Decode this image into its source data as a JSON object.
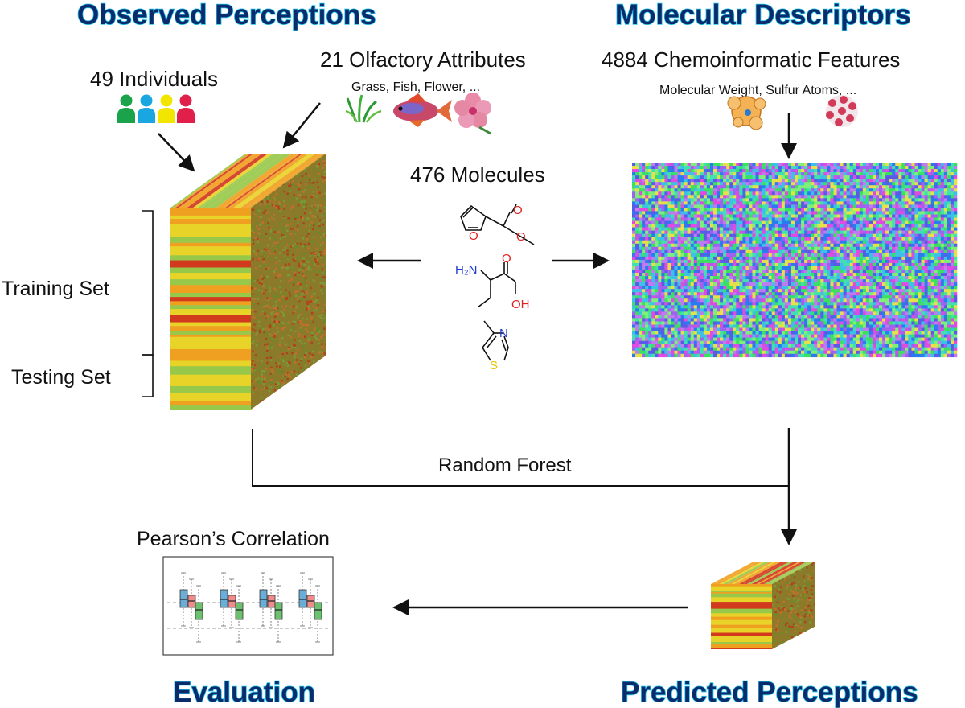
{
  "titles": {
    "observed": "Observed Perceptions",
    "molecular": "Molecular Descriptors",
    "evaluation": "Evaluation",
    "predicted": "Predicted Perceptions"
  },
  "individuals": {
    "label": "49 Individuals",
    "person_colors": [
      "#1aa34a",
      "#1aa6e0",
      "#f2e600",
      "#e0204a"
    ]
  },
  "attributes": {
    "label": "21 Olfactory Attributes",
    "examples": "Grass, Fish, Flower, ..."
  },
  "features": {
    "label": "4884 Chemoinformatic Features",
    "examples": "Molecular Weight, Sulfur Atoms, ..."
  },
  "molecules": {
    "label": "476 Molecules",
    "atom_labels": {
      "o_ring": "O",
      "o_carbonyl": "O",
      "o_ester": "O",
      "amine": "H₂N",
      "o_acid": "O",
      "hydroxyl": "OH",
      "n_ring": "N",
      "s_ring": "S"
    }
  },
  "sets": {
    "training": "Training Set",
    "testing": "Testing Set"
  },
  "model": {
    "label": "Random Forest"
  },
  "metric": {
    "label": "Pearson’s Correlation"
  },
  "colors": {
    "title_fill": "#0b2b6a",
    "title_glow": "#28c8f0",
    "cube_red": "#d23a1e",
    "cube_orange": "#f0a020",
    "cube_yellow": "#e8d428",
    "cube_green": "#98c84a",
    "box_blue": "#6aaed8",
    "box_red": "#f08c8c",
    "box_green": "#6cc070",
    "atom_o": "#e02020",
    "atom_n": "#1a3ad0",
    "atom_s": "#e6c600"
  }
}
